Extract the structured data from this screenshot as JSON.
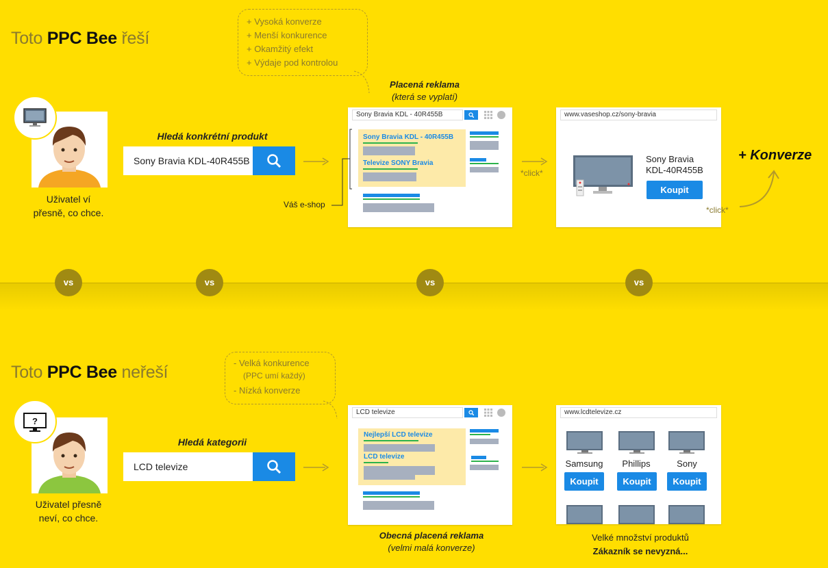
{
  "top": {
    "heading_pre": "Toto",
    "heading_brand": "PPC Bee",
    "heading_post": "řeší",
    "benefits": [
      "+ Vysoká konverze",
      "+ Menší konkurence",
      "+ Okamžitý efekt",
      "+ Výdaje pod kontrolou"
    ],
    "user_caption_line1": "Uživatel ví",
    "user_caption_line2": "přesně, co chce.",
    "search_label": "Hledá konkrétní produkt",
    "search_value": "Sony Bravia KDL-40R455B",
    "ad_label_title": "Placená reklama",
    "ad_label_sub": "(která se vyplatí)",
    "serp_query": "Sony Bravia KDL - 40R455B",
    "ad1_link": "Sony Bravia KDL - 40R455B",
    "ad2_link": "Televize SONY Bravia",
    "eshop_label": "Váš e-shop",
    "click1": "*click*",
    "shop_url": "www.vaseshop.cz/sony-bravia",
    "product_name_line1": "Sony Bravia",
    "product_name_line2": "KDL-40R455B",
    "buy_label": "Koupit",
    "click2": "*click*",
    "conversion": "+ Konverze"
  },
  "vs_label": "vs",
  "bottom": {
    "heading_pre": "Toto",
    "heading_brand": "PPC Bee",
    "heading_post": "neřeší",
    "drawbacks": [
      "- Velká konkurence",
      "(PPC umí každý)",
      "- Nízká konverze"
    ],
    "icon_glyph": "?",
    "user_caption_line1": "Uživatel přesně",
    "user_caption_line2": "neví, co chce.",
    "search_label": "Hledá kategorii",
    "search_value": "LCD televize",
    "serp_query": "LCD televize",
    "ad1_link": "Nejlepší LCD televize",
    "ad2_link": "LCD televize",
    "ad_label_title": "Obecná placená reklama",
    "ad_label_sub": "(velmi malá konverze)",
    "shop_url": "www.lcdtelevize.cz",
    "brands": [
      "Samsung",
      "Phillips",
      "Sony"
    ],
    "buy_label": "Koupit",
    "result_line1": "Velké množství produktů",
    "result_line2": "Zákazník se nevyzná..."
  },
  "colors": {
    "background": "#ffde00",
    "accent": "#1a8ae5",
    "muted": "#8a7a2e",
    "vs_badge": "#a08a12"
  }
}
